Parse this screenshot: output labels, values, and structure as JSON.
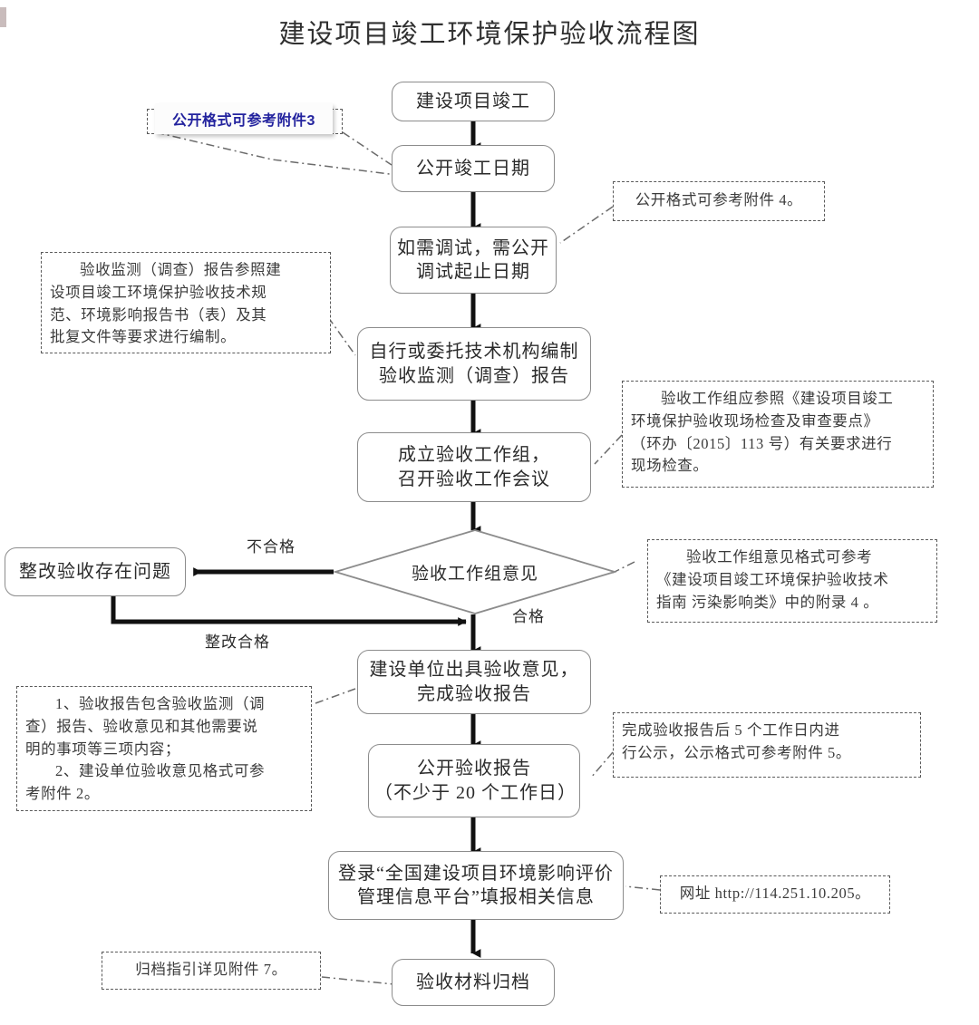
{
  "title": "建设项目竣工环境保护验收流程图",
  "nodes": {
    "n1": "建设项目竣工",
    "n2": "公开竣工日期",
    "n3_l1": "如需调试，需公开",
    "n3_l2": "调试起止日期",
    "n4_l1": "自行或委托技术机构编制",
    "n4_l2": "验收监测（调查）报告",
    "n5_l1": "成立验收工作组，",
    "n5_l2": "召开验收工作会议",
    "decision": "验收工作组意见",
    "rework": "整改验收存在问题",
    "n6_l1": "建设单位出具验收意见，",
    "n6_l2": "完成验收报告",
    "n7_l1": "公开验收报告",
    "n7_l2": "（不少于 20 个工作日）",
    "n8_l1": "登录“全国建设项目环境影响评价",
    "n8_l2": "管理信息平台”填报相关信息",
    "n9": "验收材料归档"
  },
  "edge_labels": {
    "fail": "不合格",
    "pass": "合格",
    "rectified": "整改合格"
  },
  "notes": {
    "attach3": "公开格式可参考附件3",
    "attach4": "公开格式可参考附件 4。",
    "report_spec_l1": "验收监测（调查）报告参照建",
    "report_spec_l2": "设项目竣工环境保护验收技术规",
    "report_spec_l3": "范、环境影响报告书（表）及其",
    "report_spec_l4": "批复文件等要求进行编制。",
    "workgroup_l1": "验收工作组应参照《建设项目竣工",
    "workgroup_l2": "环境保护验收现场检查及审查要点》",
    "workgroup_l3": "（环办〔2015〕113 号）有关要求进行",
    "workgroup_l4": "现场检查。",
    "opinion_fmt_l1": "验收工作组意见格式可参考",
    "opinion_fmt_l2": "《建设项目竣工环境保护验收技术",
    "opinion_fmt_l3": "指南 污染影响类》中的附录 4 。",
    "report_content_l1": "1、验收报告包含验收监测（调",
    "report_content_l2": "查）报告、验收意见和其他需要说",
    "report_content_l3": "明的事项等三项内容；",
    "report_content_l4": "2、建设单位验收意见格式可参",
    "report_content_l5": "考附件 2。",
    "publicity_l1": "完成验收报告后 5 个工作日内进",
    "publicity_l2": "行公示，公示格式可参考附件 5。",
    "website": "网址 http://114.251.10.205。",
    "archive": "归档指引详见附件 7。"
  },
  "colors": {
    "node_border": "#8c8c8c",
    "note_border": "#5a5a5a",
    "arrow": "#111111",
    "accent_blue": "#23239e",
    "text": "#2b2b2b"
  }
}
